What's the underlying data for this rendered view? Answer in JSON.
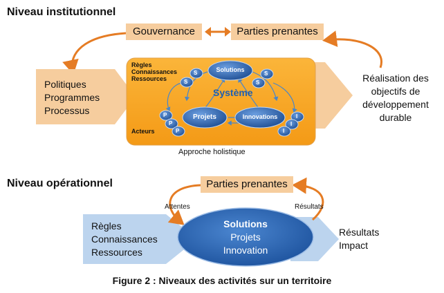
{
  "institutional": {
    "title": "Niveau institutionnel",
    "gouvernance": "Gouvernance",
    "parties_prenantes": "Parties prenantes",
    "left_arrow": [
      "Politiques",
      "Programmes",
      "Processus"
    ],
    "box_labels": [
      "Règles",
      "Connaissances",
      "Ressources"
    ],
    "acteurs": "Acteurs",
    "systeme": "Système",
    "solutions": "Solutions",
    "projets": "Projets",
    "innovations": "Innovations",
    "s_letter": "S",
    "p_letter": "P",
    "i_letter": "I",
    "right_text": [
      "Réalisation des",
      "objectifs de",
      "développement",
      "durable"
    ],
    "approche": "Approche holistique"
  },
  "operational": {
    "title": "Niveau opérationnel",
    "parties_prenantes": "Parties prenantes",
    "attentes": "Attentes",
    "resultats_small": "Résultats",
    "left_arrow": [
      "Règles",
      "Connaissances",
      "Ressources"
    ],
    "ellipse": [
      "Solutions",
      "Projets",
      "Innovation"
    ],
    "right_text": [
      "Résultats",
      "Impact"
    ]
  },
  "figure_caption": "Figure 2 : Niveaux des activités sur un territoire",
  "colors": {
    "orange_arrow": "#e57c24",
    "tag_fill": "#f6cd9e",
    "box_fill": "#f6a21c",
    "blue_node": "#2a63ad",
    "light_blue": "#bcd4ee"
  }
}
